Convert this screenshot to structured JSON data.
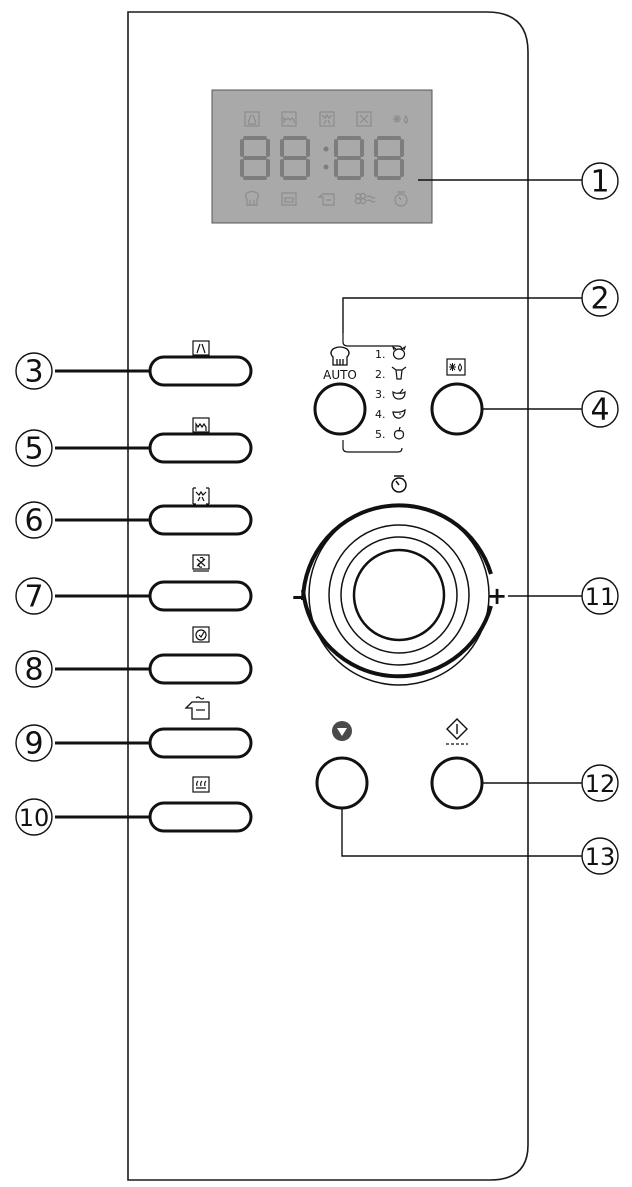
{
  "colors": {
    "panel_outline": "#1a1a1a",
    "display_bg": "#a9a9a9",
    "display_segment": "#7d7d7d",
    "display_icon": "#8c8c8c",
    "dial_arc": "#111111",
    "stop_button_fill": "#4a4a4a"
  },
  "callouts": [
    {
      "num": "1",
      "target": "display"
    },
    {
      "num": "2",
      "target": "auto-program-button"
    },
    {
      "num": "3",
      "target": "grill-button"
    },
    {
      "num": "4",
      "target": "defrost-button"
    },
    {
      "num": "5",
      "target": "bottom-heat-button"
    },
    {
      "num": "6",
      "target": "combi-heat-button"
    },
    {
      "num": "7",
      "target": "fan-button"
    },
    {
      "num": "8",
      "target": "clock-button"
    },
    {
      "num": "9",
      "target": "keep-warm-button"
    },
    {
      "num": "10",
      "target": "steam-button"
    },
    {
      "num": "11",
      "target": "control-dial"
    },
    {
      "num": "12",
      "target": "start-button"
    },
    {
      "num": "13",
      "target": "stop-button"
    }
  ],
  "display": {
    "top_icons": [
      "grill-icon",
      "bottom-heat-icon",
      "combi-heat-icon",
      "fan-icon",
      "defrost-icon"
    ],
    "bottom_icons": [
      "chef-hat-icon",
      "tray-icon",
      "keep-warm-icon",
      "fan-heat-icon",
      "timer-icon"
    ]
  },
  "auto": {
    "label": "AUTO",
    "programs": [
      {
        "num": "1.",
        "icon": "pork-icon"
      },
      {
        "num": "2.",
        "icon": "beef-icon"
      },
      {
        "num": "3.",
        "icon": "poultry-icon"
      },
      {
        "num": "4.",
        "icon": "fish-icon"
      },
      {
        "num": "5.",
        "icon": "vegetable-icon"
      }
    ]
  },
  "dial": {
    "minus": "–",
    "plus": "+",
    "top_icon": "timer-icon"
  },
  "left_buttons": [
    "grill-icon",
    "bottom-heat-icon",
    "combi-heat-icon",
    "fan-icon",
    "clock-icon",
    "keep-warm-icon",
    "steam-icon"
  ]
}
